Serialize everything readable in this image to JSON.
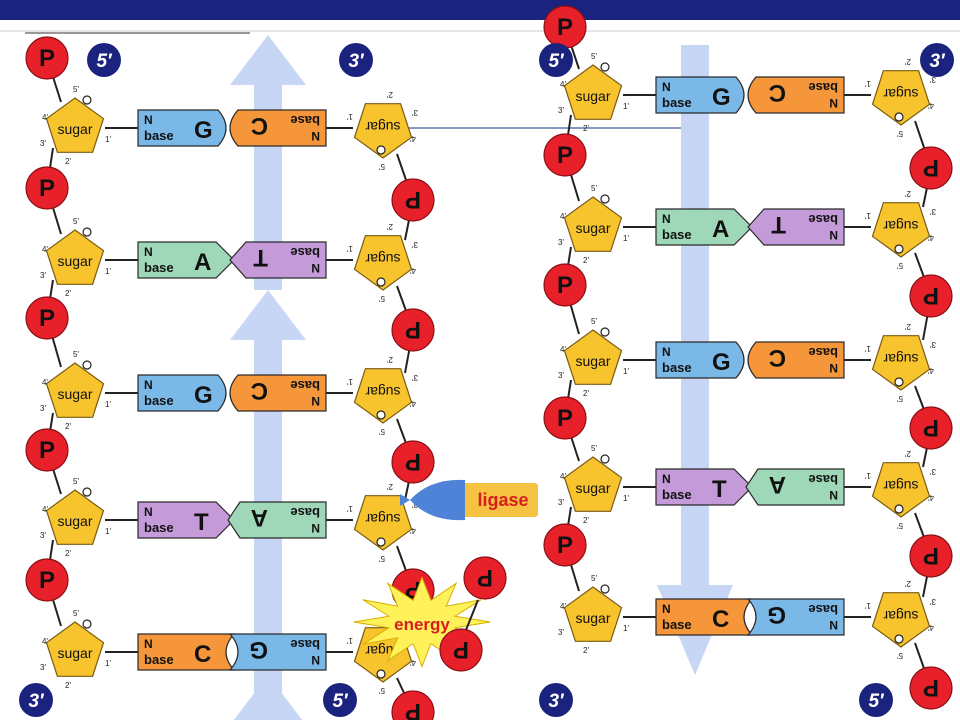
{
  "labels": {
    "P": "P",
    "sugar": "sugar",
    "n": "N",
    "base": "base",
    "five_prime": "5′",
    "three_prime": "3′",
    "ligase": "ligase",
    "energy": "energy"
  },
  "pos": {
    "c5": "5'",
    "c4": "4'",
    "c3": "3'",
    "c2": "2'",
    "c1": "1'"
  },
  "colors": {
    "phosphate": "#e8202a",
    "sugar": "#f7c42e",
    "base_G": "#7ab8e8",
    "base_C": "#f5963a",
    "base_A": "#9ed8b8",
    "base_T": "#c59ad8",
    "arrow": "#c8d6f5",
    "header_bar": "#1a237e",
    "prime_badge": "#1a237e",
    "ligase_fill": "#f5c242",
    "ligase_tab": "#4f83d8",
    "ligase_text": "#d81e1e",
    "energy_fill": "#fff15a"
  },
  "left_helix": {
    "pairs": [
      {
        "left": "G",
        "right": "C"
      },
      {
        "left": "A",
        "right": "T"
      },
      {
        "left": "G",
        "right": "C"
      },
      {
        "left": "T",
        "right": "A"
      },
      {
        "left": "C",
        "right": "G"
      }
    ]
  },
  "right_helix": {
    "pairs": [
      {
        "left": "G",
        "right": "C"
      },
      {
        "left": "A",
        "right": "T"
      },
      {
        "left": "G",
        "right": "C"
      },
      {
        "left": "T",
        "right": "A"
      },
      {
        "left": "C",
        "right": "G"
      }
    ]
  }
}
